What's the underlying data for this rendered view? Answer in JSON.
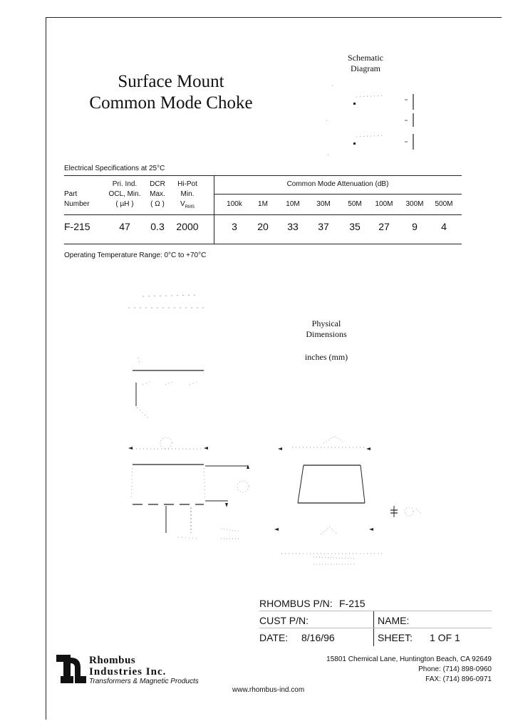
{
  "title": {
    "line1": "Surface Mount",
    "line2": "Common Mode Choke"
  },
  "schematic": {
    "label_line1": "Schematic",
    "label_line2": "Diagram"
  },
  "spec_note": "Electrical Specifications at 25°C",
  "table": {
    "headers": {
      "part": [
        "Part",
        "Number"
      ],
      "pri_ind": [
        "Pri. Ind.",
        "OCL, Min.",
        "( µH )"
      ],
      "dcr": [
        "DCR",
        "Max.",
        "( Ω )"
      ],
      "hipot": [
        "Hi-Pot",
        "Min.",
        "V",
        "RMS"
      ],
      "attenuation": "Common Mode Attenuation (dB)",
      "frequencies": [
        "100k",
        "1M",
        "10M",
        "30M",
        "50M",
        "100M",
        "300M",
        "500M"
      ]
    },
    "row": {
      "part": "F-215",
      "pri_ind": "47",
      "dcr": "0.3",
      "hipot": "2000",
      "attenuation": [
        "3",
        "20",
        "33",
        "37",
        "35",
        "27",
        "9",
        "4"
      ]
    }
  },
  "operating_temp": "Operating Temperature Range: 0°C to +70°C",
  "physical": {
    "line1": "Physical",
    "line2": "Dimensions",
    "units": "inches (mm)"
  },
  "title_block": {
    "rhombus_pn_label": "RHOMBUS P/N:",
    "rhombus_pn": "F-215",
    "cust_pn_label": "CUST P/N:",
    "name_label": "NAME:",
    "date_label": "DATE:",
    "date": "8/16/96",
    "sheet_label": "SHEET:",
    "sheet": "1 OF 1"
  },
  "company": {
    "name_line1": "Rhombus",
    "name_line2": "Industries Inc.",
    "tagline": "Transformers & Magnetic Products",
    "address": "15801 Chemical Lane, Huntington Beach, CA 92649",
    "phone": "Phone:  (714) 898-0960",
    "fax": "FAX:  (714) 896-0971",
    "website": "www.rhombus-ind.com"
  }
}
